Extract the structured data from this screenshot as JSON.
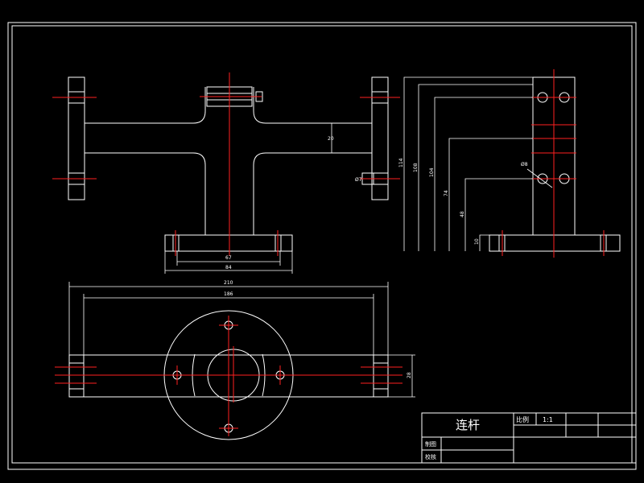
{
  "colors": {
    "background": "#000000",
    "line": "#ffffff",
    "centerline": "#ff2020"
  },
  "dimensions": {
    "front_top_height": "20",
    "front_bolt_dia": "Ø7",
    "front_base_inner": "67",
    "front_base_outer": "84",
    "side_overall": "114",
    "side_108": "108",
    "side_104": "104",
    "side_74": "74",
    "side_48": "48",
    "side_base": "10",
    "side_hole": "Ø8",
    "top_overall": "210",
    "top_inner": "186",
    "top_width": "28"
  },
  "title_block": {
    "part_name": "连杆",
    "scale_label": "比例",
    "scale_value": "1:1",
    "drawn_by_label": "制图",
    "checked_by_label": "校核"
  }
}
